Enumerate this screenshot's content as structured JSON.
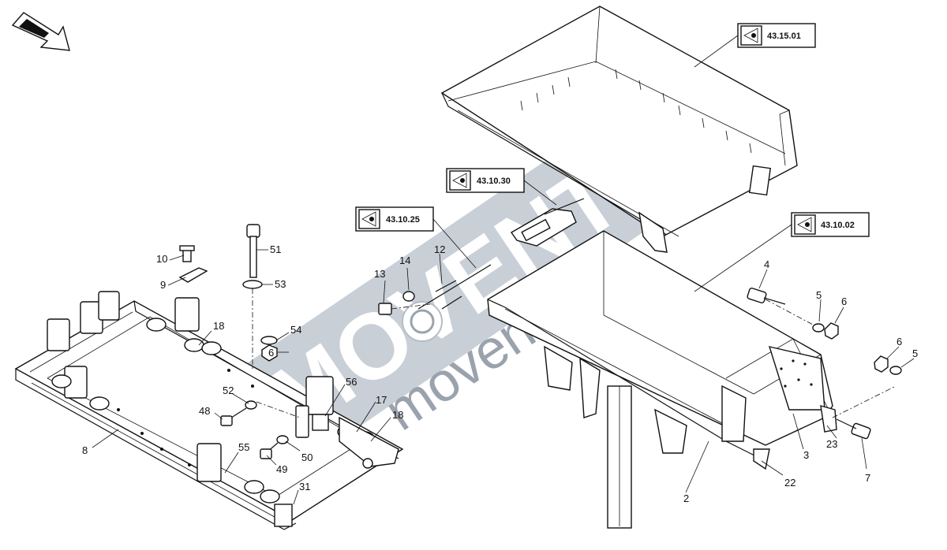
{
  "watermark": {
    "brand": "MOVENTE",
    "url": "movente.ru"
  },
  "refs": {
    "r1": "43.15.01",
    "r2": "43.10.30",
    "r3": "43.10.25",
    "r4": "43.10.02"
  },
  "parts": {
    "p2": "2",
    "p3": "3",
    "p4": "4",
    "p5a": "5",
    "p5b": "5",
    "p6a": "6",
    "p6b": "6",
    "p6c": "6",
    "p7": "7",
    "p8": "8",
    "p9": "9",
    "p10": "10",
    "p12": "12",
    "p13": "13",
    "p14": "14",
    "p17": "17",
    "p18a": "18",
    "p18b": "18",
    "p22": "22",
    "p23": "23",
    "p31": "31",
    "p48": "48",
    "p49": "49",
    "p50": "50",
    "p51": "51",
    "p52": "52",
    "p53": "53",
    "p54": "54",
    "p55": "55",
    "p56": "56"
  },
  "icons": {
    "reference": "eye-reference-icon",
    "orientation": "orientation-arrow-icon"
  }
}
